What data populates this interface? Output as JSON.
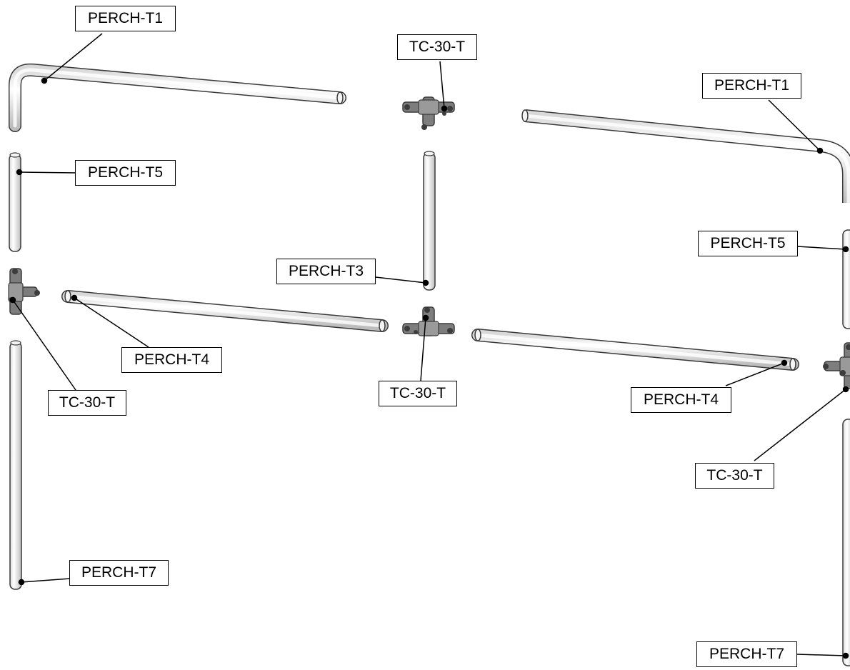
{
  "labels": {
    "perch_t1_left": "PERCH-T1",
    "perch_t5_left": "PERCH-T5",
    "tc30t_top": "TC-30-T",
    "perch_t1_right": "PERCH-T1",
    "perch_t3": "PERCH-T3",
    "perch_t5_right": "PERCH-T5",
    "perch_t4_left": "PERCH-T4",
    "tc30t_left": "TC-30-T",
    "tc30t_center": "TC-30-T",
    "perch_t4_right": "PERCH-T4",
    "tc30t_right": "TC-30-T",
    "perch_t7_left": "PERCH-T7",
    "perch_t7_right": "PERCH-T7"
  },
  "colors": {
    "tube_fill": "#f4f4f4",
    "tube_stroke": "#3a3a3a",
    "fitting_fill": "#7d7d7d",
    "fitting_dark": "#3c3c3c",
    "leader": "#000000"
  }
}
